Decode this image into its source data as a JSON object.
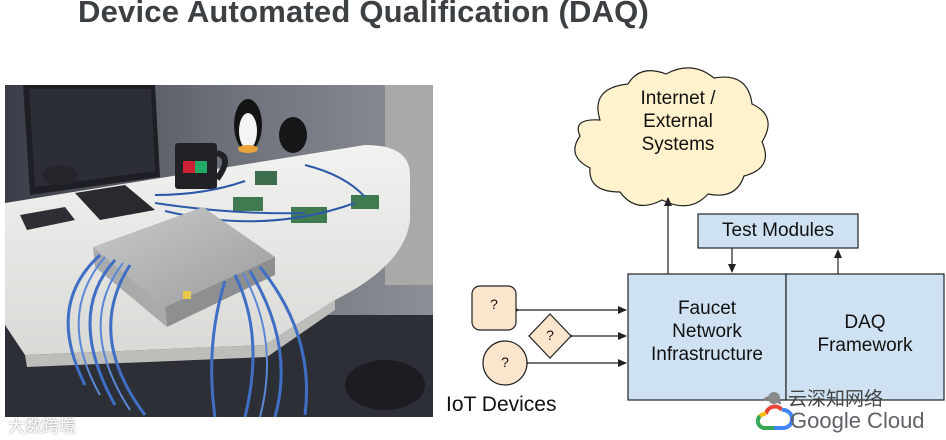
{
  "slide": {
    "title": "Device Automated Qualification (DAQ)"
  },
  "diagram": {
    "cloud_label": "Internet /\nExternal\nSystems",
    "test_modules": "Test Modules",
    "faucet": "Faucet\nNetwork\nInfrastructure",
    "daq": "DAQ\nFramework",
    "device_1": "?",
    "device_2": "?",
    "device_3": "?",
    "iot_devices": "IoT Devices"
  },
  "watermarks": {
    "left": "大数跨境",
    "wechat": "云深知网络",
    "google_cloud": "Google Cloud"
  },
  "colors": {
    "cloud_fill": "#fff2cc",
    "box_fill": "#cfe2f3",
    "device_fill": "#fce5cd",
    "title": "#3c4043"
  }
}
